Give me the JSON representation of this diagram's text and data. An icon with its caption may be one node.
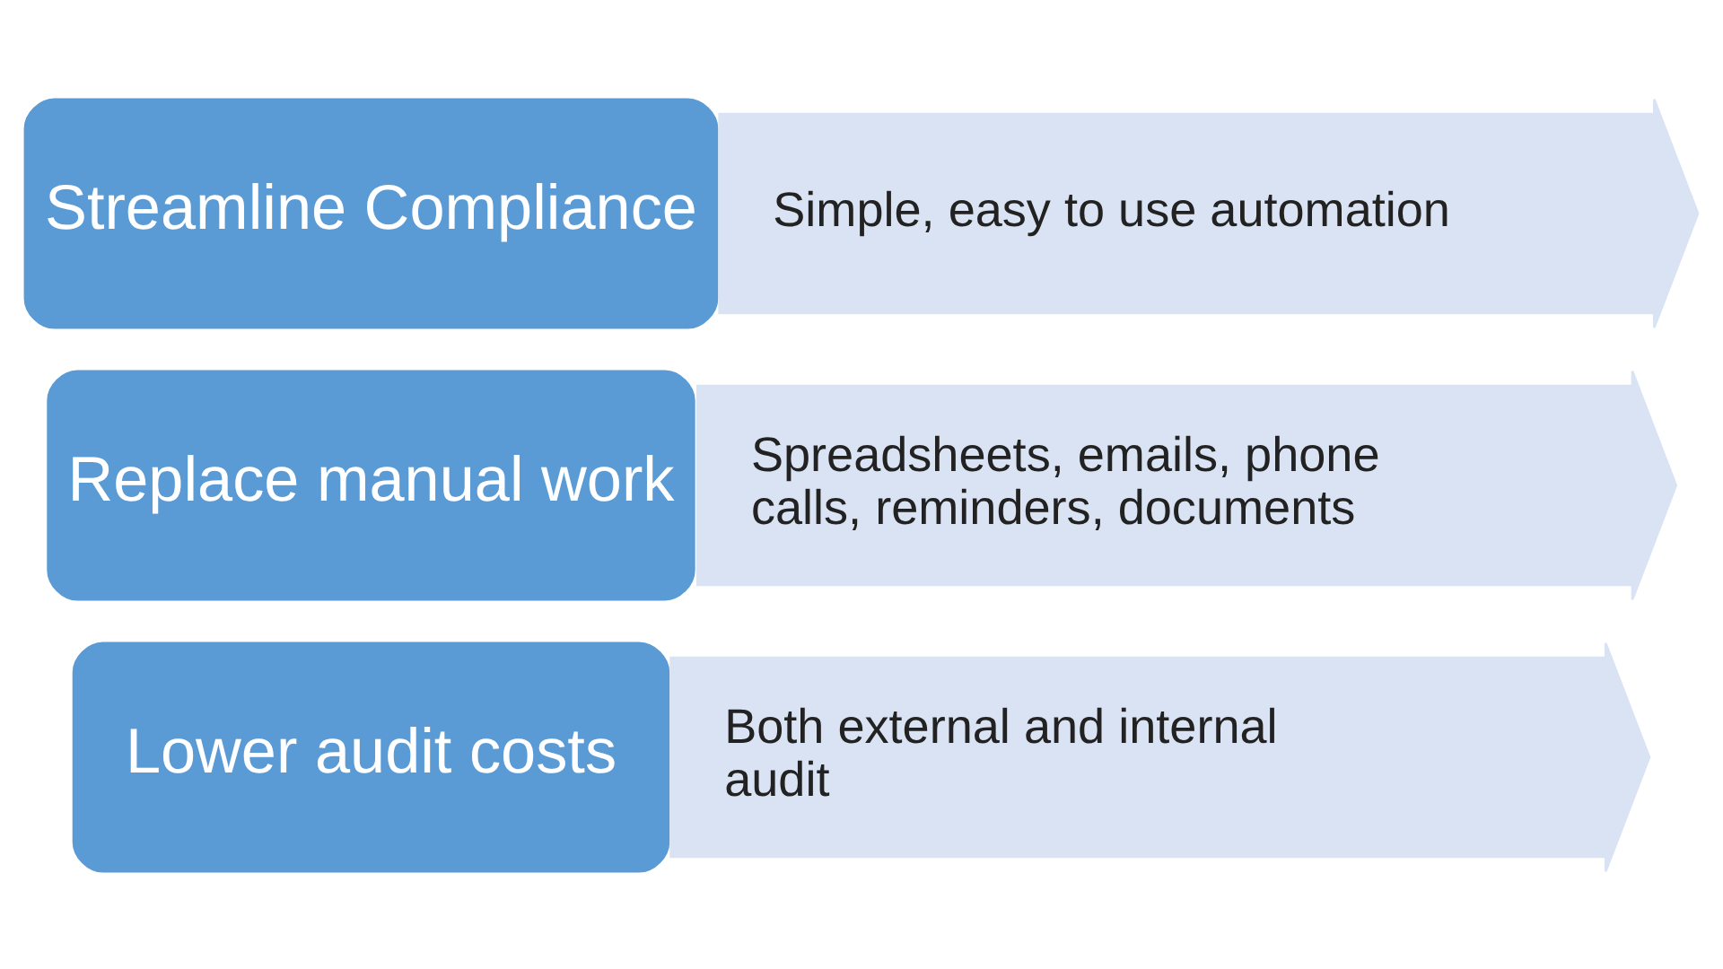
{
  "diagram": {
    "nodes": [
      {
        "text": [
          "Streamline Compliance"
        ]
      },
      {
        "text": [
          "Simple, easy to use automation"
        ]
      },
      {
        "text": [
          "Replace manual work"
        ]
      },
      {
        "text": [
          "Spreadsheets, emails, phone calls, reminders, documents"
        ]
      },
      {
        "text": [
          "Lower audit costs"
        ]
      },
      {
        "text": [
          "Both external and internal audit"
        ]
      }
    ],
    "edges": []
  }
}
